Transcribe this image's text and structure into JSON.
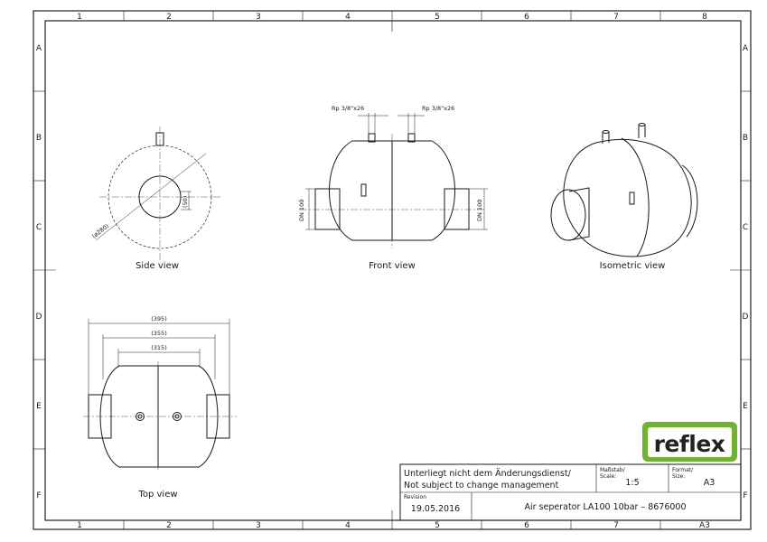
{
  "sheet": {
    "columns": [
      "1",
      "2",
      "3",
      "4",
      "5",
      "6",
      "7",
      "8"
    ],
    "bottom_columns": [
      "1",
      "2",
      "3",
      "4",
      "5",
      "6",
      "7",
      "A3"
    ],
    "rows": [
      "A",
      "B",
      "C",
      "D",
      "E",
      "F"
    ]
  },
  "views": {
    "side": {
      "label": "Side view",
      "dim_diameter": "(ø280)",
      "dim_offset": "(50)"
    },
    "front": {
      "label": "Front view",
      "conn_left": "Rp 3/8\"x26",
      "conn_right": "Rp 3/8\"x26",
      "dn_left": "DN 100",
      "dn_right": "DN 100"
    },
    "isometric": {
      "label": "Isometric view"
    },
    "top": {
      "label": "Top view",
      "dim_overall": "(395)",
      "dim_middle": "(355)",
      "dim_body": "(315)"
    }
  },
  "logo": {
    "text": "reflex",
    "color": "#6cb52d"
  },
  "title_block": {
    "notice_de": "Unterliegt nicht dem Änderungsdienst/",
    "notice_en": "Not subject to change management",
    "scale_label_de": "Maßstab/",
    "scale_label_en": "Scale:",
    "scale_value": "1:5",
    "format_label_de": "Format/",
    "format_label_en": "Size:",
    "format_value": "A3",
    "revision_label": "Revision",
    "revision_value": "19.05.2016",
    "title": "Air seperator LA100 10bar – 8676000"
  }
}
